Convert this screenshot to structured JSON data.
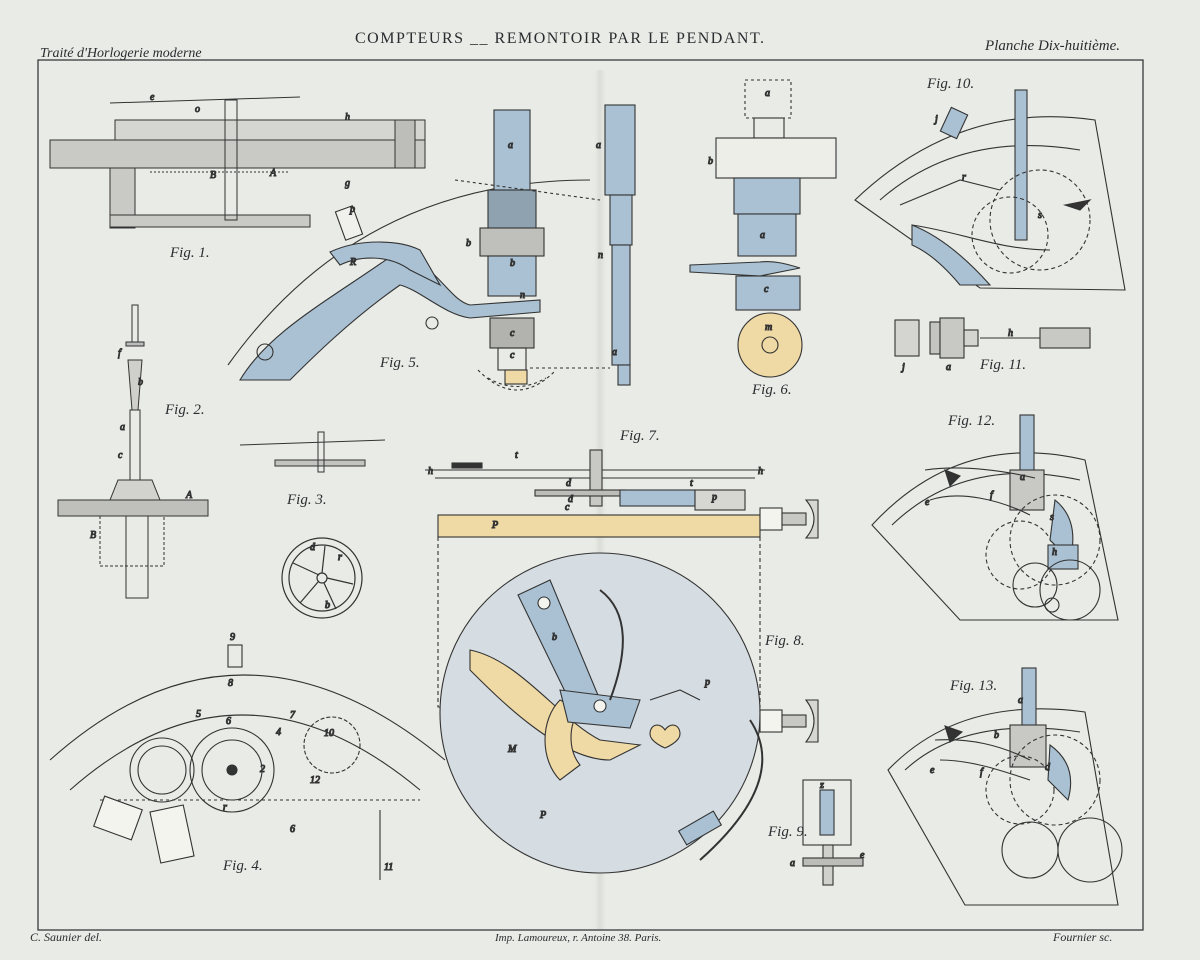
{
  "header": {
    "title": "COMPTEURS __ REMONTOIR PAR LE PENDANT.",
    "left_note": "Traité d'Horlogerie moderne",
    "right_note": "Planche Dix-huitième."
  },
  "credits": {
    "left": "C. Saunier del.",
    "middle": "Imp. Lamoureux, r. Antoine 38. Paris.",
    "right": "Fournier sc."
  },
  "figures": {
    "fig1": "Fig. 1.",
    "fig2": "Fig. 2.",
    "fig3": "Fig. 3.",
    "fig4": "Fig. 4.",
    "fig5": "Fig. 5.",
    "fig6": "Fig. 6.",
    "fig7": "Fig. 7.",
    "fig8": "Fig. 8.",
    "fig9": "Fig. 9.",
    "fig10": "Fig. 10.",
    "fig11": "Fig. 11.",
    "fig12": "Fig. 12.",
    "fig13": "Fig. 13."
  },
  "colors": {
    "steel_blue": "#a9c1d3",
    "brass_yellow": "#efd9a4",
    "ink": "#2a2c30",
    "paper": "#e9ebe6"
  }
}
